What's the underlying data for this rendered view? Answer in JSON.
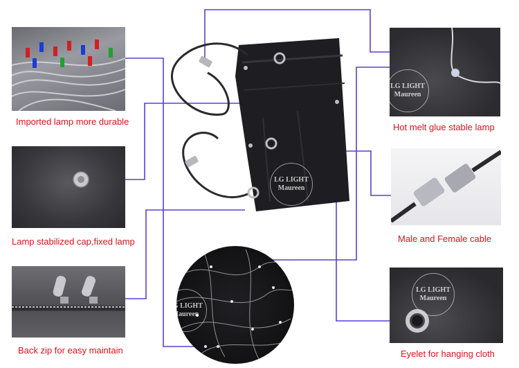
{
  "captions": {
    "imported_lamp": "Imported lamp more durable",
    "lamp_cap": "Lamp stabilized cap,fixed lamp",
    "back_zip": "Back zip for easy maintain",
    "hot_melt": "Hot melt glue stable lamp",
    "male_female": "Male and Female cable",
    "eyelet": "Eyelet for hanging cloth"
  },
  "watermark": {
    "line1": "LG LIGHT",
    "line2": "Maureen"
  },
  "colors": {
    "caption": "#e0101c",
    "connector_line": "#5a3fd0"
  }
}
